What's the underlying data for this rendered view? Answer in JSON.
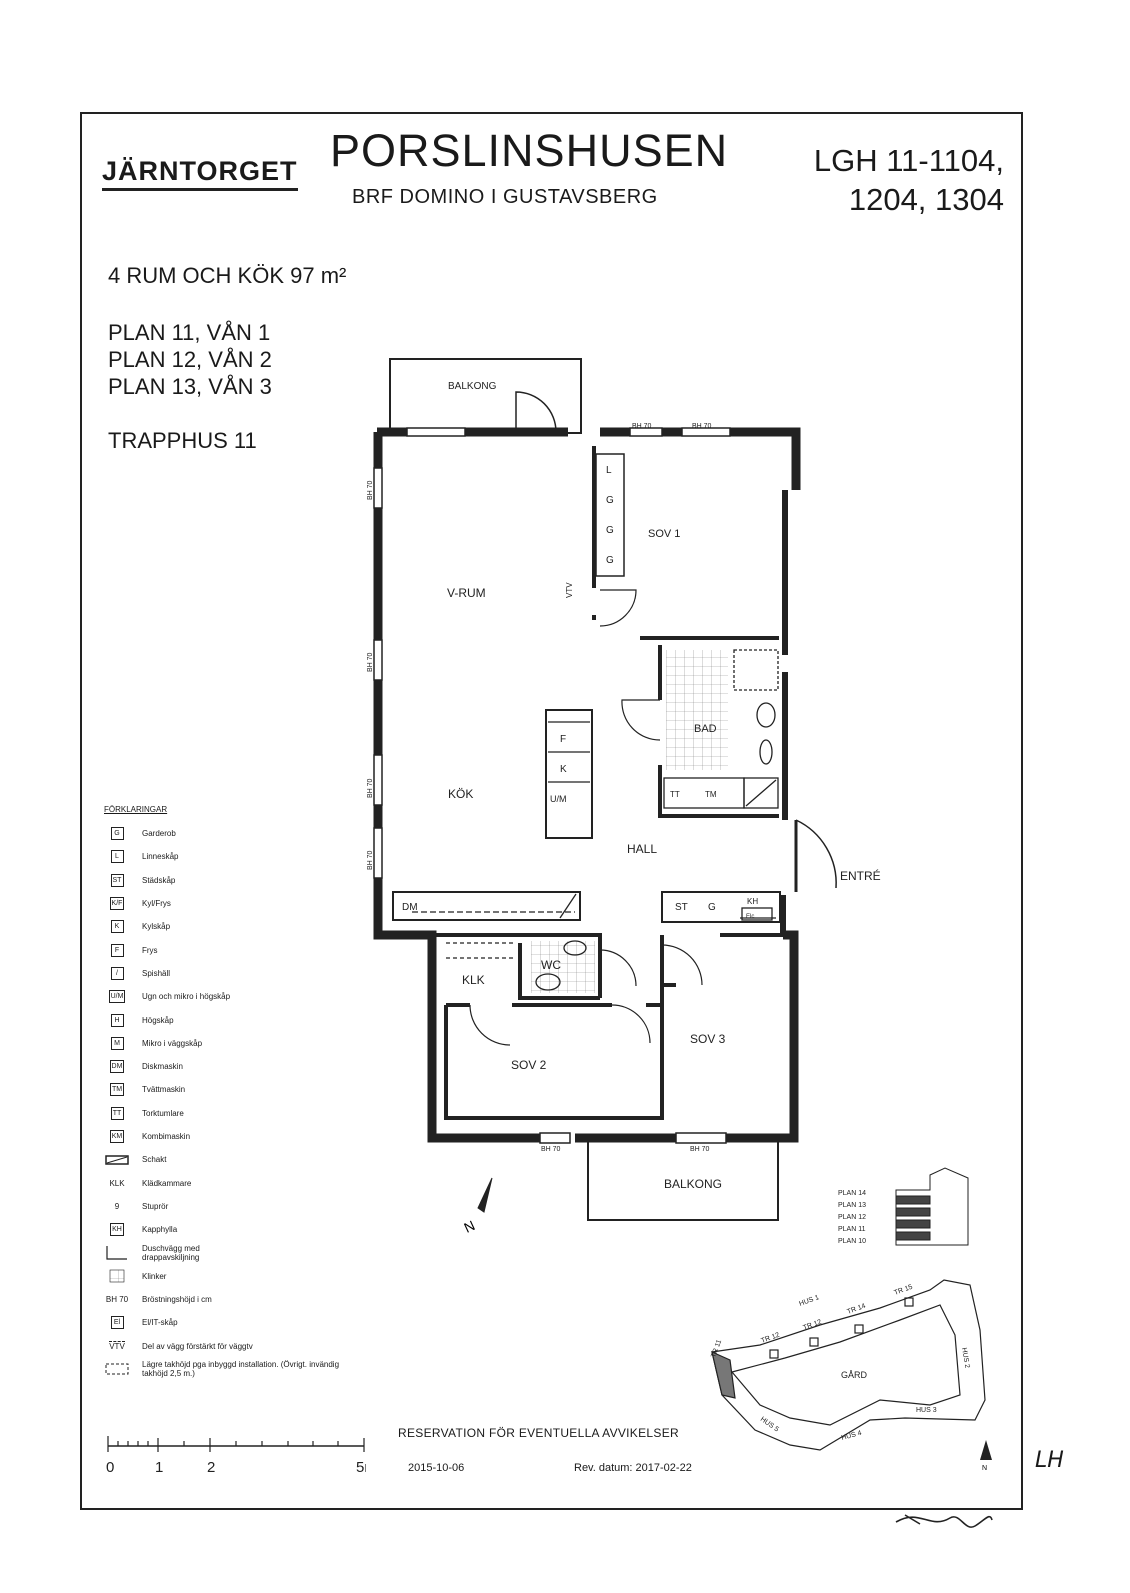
{
  "header": {
    "brand": "JÄRNTORGET",
    "project": "PORSLINSHUSEN",
    "association": "BRF DOMINO I GUSTAVSBERG",
    "apartment_line1": "LGH 11-1104,",
    "apartment_line2": "1204, 1304"
  },
  "summary": {
    "rooms": "4 RUM OCH KÖK 97 m²"
  },
  "levels": [
    "PLAN 11, VÅN 1",
    "PLAN 12, VÅN 2",
    "PLAN 13, VÅN 3"
  ],
  "stairwell": "TRAPPHUS 11",
  "rooms": {
    "balcony_top": "BALKONG",
    "living": "V-RUM",
    "bedroom1": "SOV 1",
    "bathroom": "BAD",
    "kitchen": "KÖK",
    "hall": "HALL",
    "entrance": "ENTRÉ",
    "closet": "KLK",
    "wc": "WC",
    "bedroom2": "SOV 2",
    "bedroom3": "SOV 3",
    "balcony_bottom": "BALKONG"
  },
  "fixtures": {
    "L": "L",
    "G": "G",
    "F": "F",
    "K": "K",
    "UM": "U/M",
    "DM": "DM",
    "ST": "ST",
    "KH": "KH",
    "EL": "Elc",
    "VTV": "VTV",
    "TT": "TT",
    "TM": "TM",
    "bh70": "BH 70"
  },
  "legend": {
    "title": "FÖRKLARINGAR",
    "items": [
      {
        "symbol": "G",
        "label": "Garderob"
      },
      {
        "symbol": "L",
        "label": "Linneskåp"
      },
      {
        "symbol": "ST",
        "label": "Städskåp"
      },
      {
        "symbol": "K/F",
        "label": "Kyl/Frys"
      },
      {
        "symbol": "K",
        "label": "Kylskåp"
      },
      {
        "symbol": "F",
        "label": "Frys"
      },
      {
        "symbol": "/",
        "label": "Spishäll"
      },
      {
        "symbol": "U/M",
        "label": "Ugn och mikro i högskåp"
      },
      {
        "symbol": "H",
        "label": "Högskåp"
      },
      {
        "symbol": "M",
        "label": "Mikro i väggskåp"
      },
      {
        "symbol": "DM",
        "label": "Diskmaskin"
      },
      {
        "symbol": "TM",
        "label": "Tvättmaskin"
      },
      {
        "symbol": "TT",
        "label": "Torktumlare"
      },
      {
        "symbol": "KM",
        "label": "Kombimaskin"
      },
      {
        "symbol": "",
        "label": "Schakt"
      },
      {
        "symbol": "KLK",
        "label": "Klädkammare"
      },
      {
        "symbol": "9",
        "label": "Stuprör"
      },
      {
        "symbol": "KH",
        "label": "Kapphylla"
      },
      {
        "symbol": "",
        "label": "Duschvägg med drappavskiljning"
      },
      {
        "symbol": "",
        "label": "Klinker"
      },
      {
        "symbol": "BH 70",
        "label": "Bröstningshöjd i cm"
      },
      {
        "symbol": "El",
        "label": "El/IT-skåp"
      },
      {
        "symbol": "VTV",
        "label": "Del av vägg förstärkt för väggtv"
      },
      {
        "symbol": "",
        "label": "Lägre takhöjd pga inbyggd installation. (Övrigt. invändig takhöjd 2,5 m.)"
      }
    ]
  },
  "scale_labels": [
    "0",
    "1",
    "2",
    "5m"
  ],
  "footer": {
    "notice": "RESERVATION FÖR EVENTUELLA AVVIKELSER",
    "date": "2015-10-06",
    "revision": "Rev. datum:  2017-02-22"
  },
  "section_floors": [
    "PLAN 14",
    "PLAN 13",
    "PLAN 12",
    "PLAN 11",
    "PLAN 10"
  ],
  "site_labels": {
    "courtyard": "GÅRD",
    "tr11": "TR 11",
    "tr12a": "TR 12",
    "tr12b": "TR 12",
    "tr14": "TR 14",
    "tr15": "TR 15",
    "hus1": "HUS 1",
    "hus2": "HUS 2",
    "hus3": "HUS 3",
    "hus4": "HUS 4",
    "hus5": "HUS 5"
  },
  "north_label": "N",
  "handwriting": "LH"
}
